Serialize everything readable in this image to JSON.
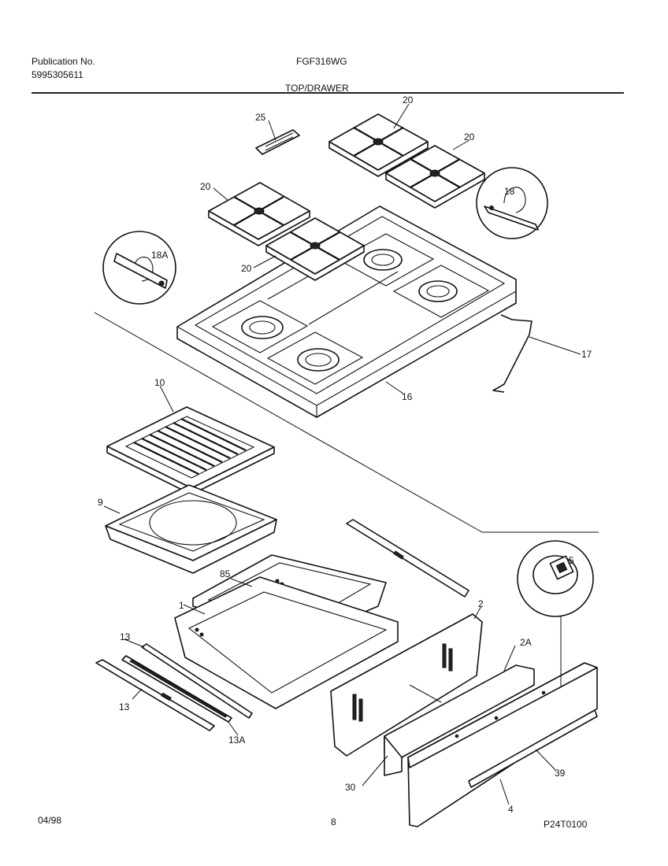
{
  "header": {
    "publication_label": "Publication No.",
    "publication_number": "5995305611",
    "model": "FGF316WG",
    "section_title": "TOP/DRAWER"
  },
  "footer": {
    "date": "04/98",
    "page": "8",
    "drawing_id": "P24T0100"
  },
  "callouts": {
    "c25": "25",
    "c20a": "20",
    "c20b": "20",
    "c20c": "20",
    "c20d": "20",
    "c18": "18",
    "c18a": "18A",
    "c17": "17",
    "c16": "16",
    "c10": "10",
    "c9": "9",
    "c85": "85",
    "c1": "1",
    "c2": "2",
    "c2a": "2A",
    "c5": "5",
    "c13a": "13",
    "c13b": "13",
    "c13c": "13A",
    "c30": "30",
    "c39": "39",
    "c4": "4"
  }
}
